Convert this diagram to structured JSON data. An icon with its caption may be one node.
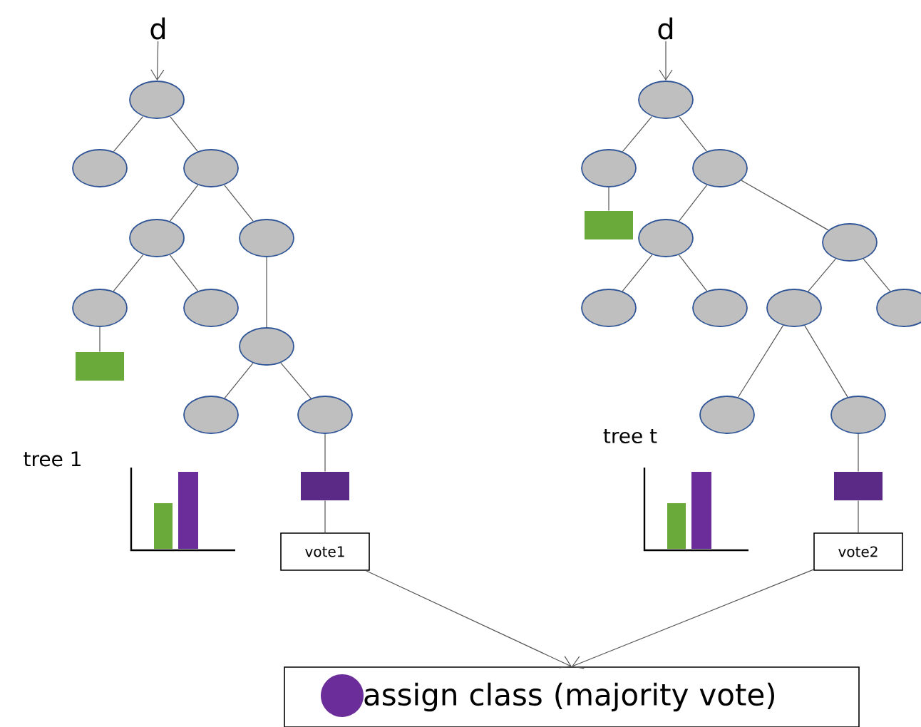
{
  "diagram": {
    "nodes": [
      {
        "text": [
          "d"
        ]
      },
      {
        "text": [],
        "shape": "ellipse"
      },
      {
        "text": [],
        "shape": "ellipse"
      },
      {
        "text": [],
        "shape": "ellipse"
      },
      {
        "text": [],
        "shape": "ellipse"
      },
      {
        "text": [],
        "shape": "ellipse"
      },
      {
        "text": [],
        "shape": "ellipse"
      },
      {
        "text": [],
        "shape": "ellipse"
      },
      {
        "text": [],
        "shape": "box"
      },
      {
        "text": [],
        "shape": "ellipse"
      },
      {
        "text": [],
        "shape": "ellipse"
      },
      {
        "text": [],
        "shape": "ellipse"
      },
      {
        "text": [],
        "shape": "box"
      },
      {
        "text": [
          "vote1"
        ]
      },
      {
        "text": [
          "d"
        ]
      },
      {
        "text": [],
        "shape": "ellipse"
      },
      {
        "text": [],
        "shape": "ellipse"
      },
      {
        "text": [],
        "shape": "ellipse"
      },
      {
        "text": [],
        "shape": "box"
      },
      {
        "text": [],
        "shape": "ellipse"
      },
      {
        "text": [],
        "shape": "ellipse"
      },
      {
        "text": [],
        "shape": "ellipse"
      },
      {
        "text": [],
        "shape": "ellipse"
      },
      {
        "text": [],
        "shape": "ellipse"
      },
      {
        "text": [],
        "shape": "ellipse"
      },
      {
        "text": [],
        "shape": "ellipse"
      },
      {
        "text": [],
        "shape": "ellipse"
      },
      {
        "text": [],
        "shape": "box"
      },
      {
        "text": [
          "vote2"
        ]
      },
      {
        "text": [
          "assign class (majority vote)"
        ]
      }
    ],
    "edges": [
      {
        "from": 0,
        "to": 1,
        "arrow": "to"
      },
      {
        "from": 1,
        "to": 2,
        "arrow": "none"
      },
      {
        "from": 1,
        "to": 3,
        "arrow": "none"
      },
      {
        "from": 3,
        "to": 4,
        "arrow": "none"
      },
      {
        "from": 3,
        "to": 5,
        "arrow": "none"
      },
      {
        "from": 4,
        "to": 6,
        "arrow": "none"
      },
      {
        "from": 4,
        "to": 7,
        "arrow": "none"
      },
      {
        "from": 6,
        "to": 8,
        "arrow": "none"
      },
      {
        "from": 5,
        "to": 9,
        "arrow": "none"
      },
      {
        "from": 9,
        "to": 10,
        "arrow": "none"
      },
      {
        "from": 9,
        "to": 11,
        "arrow": "none"
      },
      {
        "from": 11,
        "to": 12,
        "arrow": "none"
      },
      {
        "from": 12,
        "to": 13,
        "arrow": "none"
      },
      {
        "from": 14,
        "to": 15,
        "arrow": "to"
      },
      {
        "from": 15,
        "to": 16,
        "arrow": "none"
      },
      {
        "from": 15,
        "to": 17,
        "arrow": "none"
      },
      {
        "from": 16,
        "to": 18,
        "arrow": "none"
      },
      {
        "from": 17,
        "to": 19,
        "arrow": "none"
      },
      {
        "from": 17,
        "to": 20,
        "arrow": "none"
      },
      {
        "from": 19,
        "to": 21,
        "arrow": "none"
      },
      {
        "from": 19,
        "to": 22,
        "arrow": "none"
      },
      {
        "from": 20,
        "to": 23,
        "arrow": "none"
      },
      {
        "from": 20,
        "to": 24,
        "arrow": "none"
      },
      {
        "from": 23,
        "to": 25,
        "arrow": "none"
      },
      {
        "from": 23,
        "to": 26,
        "arrow": "none"
      },
      {
        "from": 26,
        "to": 27,
        "arrow": "none"
      },
      {
        "from": 27,
        "to": 28,
        "arrow": "none"
      },
      {
        "from": 13,
        "to": 29,
        "arrow": "to"
      },
      {
        "from": 28,
        "to": 29,
        "arrow": "to"
      }
    ],
    "labels": [
      "tree 1",
      "tree t"
    ]
  }
}
